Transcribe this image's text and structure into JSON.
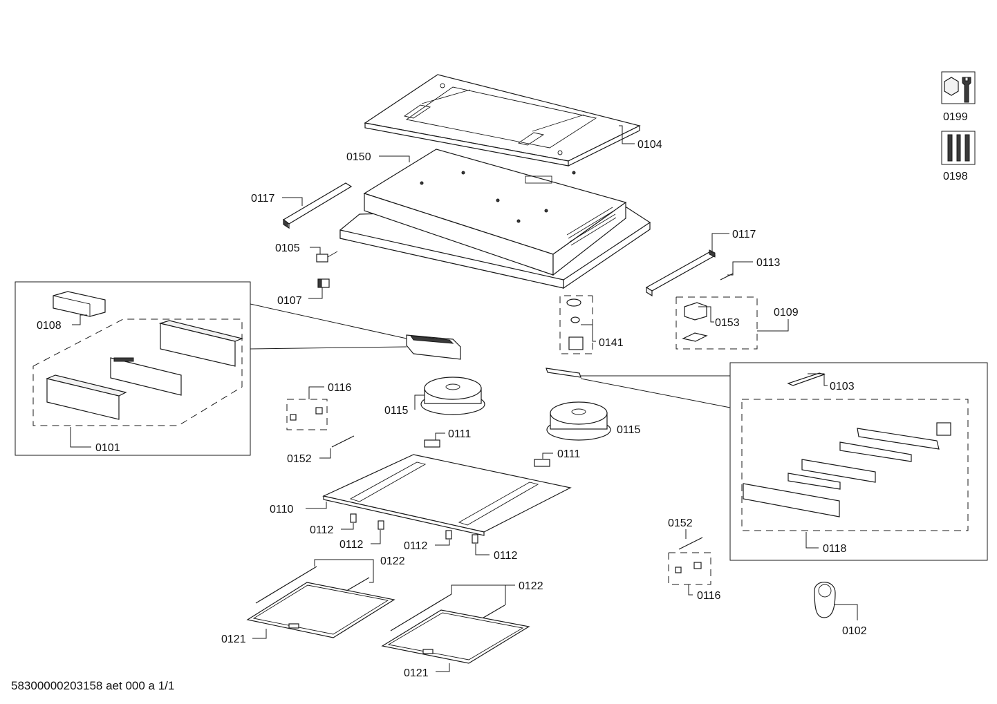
{
  "labels": {
    "p0104": "0104",
    "p0150": "0150",
    "p0117a": "0117",
    "p0117b": "0117",
    "p0105": "0105",
    "p0107": "0107",
    "p0113": "0113",
    "p0108": "0108",
    "p0101": "0101",
    "p0141": "0141",
    "p0153": "0153",
    "p0109": "0109",
    "p0116a": "0116",
    "p0116b": "0116",
    "p0115a": "0115",
    "p0115b": "0115",
    "p0103": "0103",
    "p0111a": "0111",
    "p0111b": "0111",
    "p0152a": "0152",
    "p0152b": "0152",
    "p0110": "0110",
    "p0112a": "0112",
    "p0112b": "0112",
    "p0112c": "0112",
    "p0112d": "0112",
    "p0118": "0118",
    "p0122a": "0122",
    "p0122b": "0122",
    "p0121a": "0121",
    "p0121b": "0121",
    "p0102": "0102",
    "p0199": "0199",
    "p0198": "0198"
  },
  "footer": "58300000203158 aet 000 a 1/1"
}
